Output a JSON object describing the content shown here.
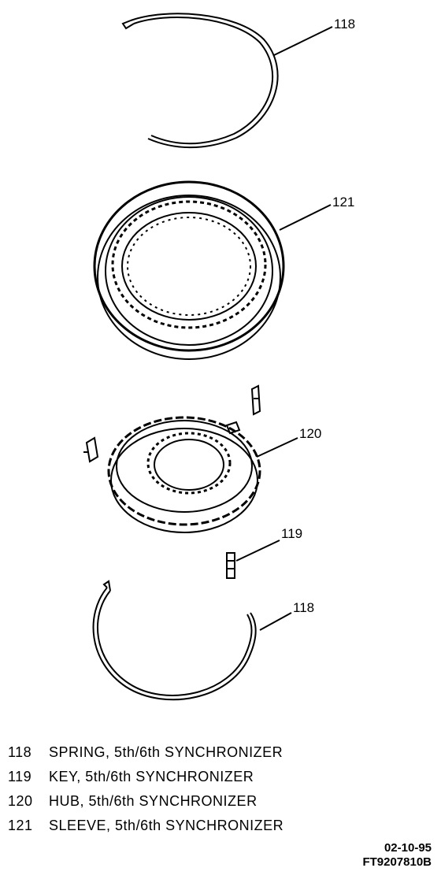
{
  "callouts": {
    "spring_top": "118",
    "sleeve": "121",
    "hub": "120",
    "key": "119",
    "spring_bottom": "118"
  },
  "legend": [
    {
      "number": "118",
      "text": "SPRING, 5th/6th SYNCHRONIZER"
    },
    {
      "number": "119",
      "text": "KEY, 5th/6th SYNCHRONIZER"
    },
    {
      "number": "120",
      "text": "HUB, 5th/6th SYNCHRONIZER"
    },
    {
      "number": "121",
      "text": "SLEEVE, 5th/6th SYNCHRONIZER"
    }
  ],
  "footer": {
    "date": "02-10-95",
    "figure_id": "FT9207810B"
  }
}
